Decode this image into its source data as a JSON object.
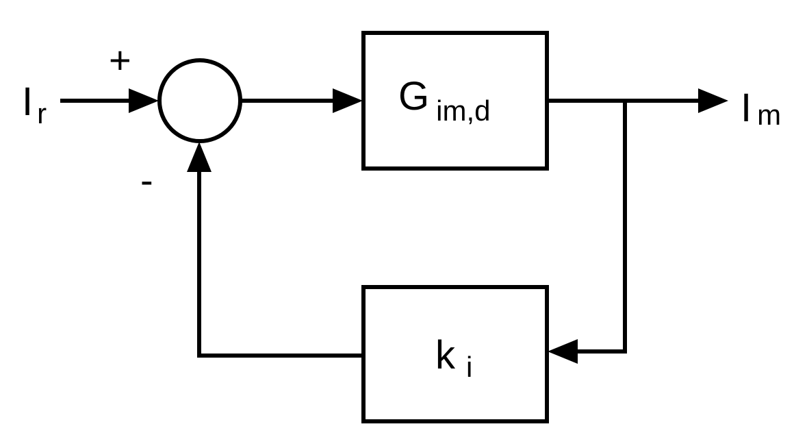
{
  "input_signal": {
    "main": "I",
    "sub": "r"
  },
  "output_signal": {
    "main": "I",
    "sub": "m"
  },
  "summing_junction": {
    "plus_sign": "+",
    "minus_sign": "-"
  },
  "forward_block": {
    "main": "G",
    "sub": "im,d"
  },
  "feedback_block": {
    "main": "k",
    "sub": "i"
  },
  "colors": {
    "stroke": "#000000",
    "background": "#ffffff"
  }
}
